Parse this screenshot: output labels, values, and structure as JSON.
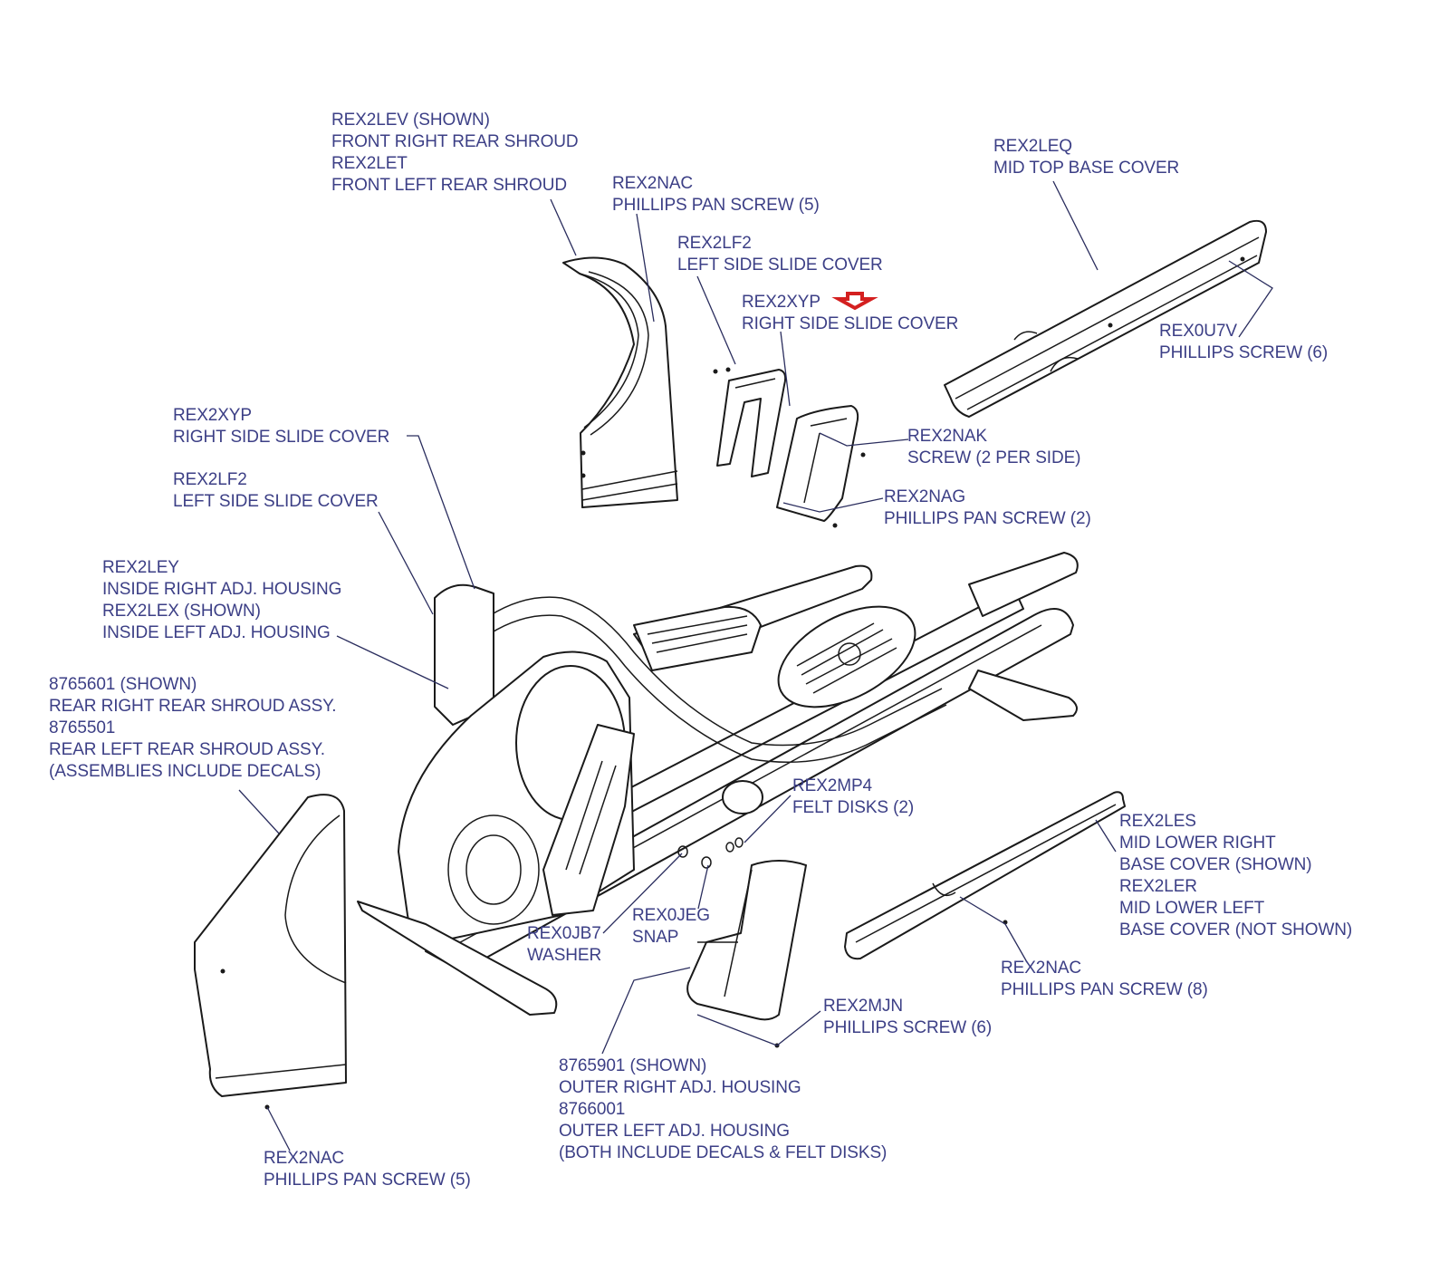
{
  "diagram": {
    "title": "Elliptical trainer exploded parts view",
    "text_color": "#3c3f86",
    "highlight_color": "#d42020",
    "highlight_marker": {
      "icon": "red-down-arrow-icon",
      "points_to_part": "REX2XYP"
    },
    "callouts": [
      {
        "id": "c1",
        "lines": [
          "REX2LEV (SHOWN)",
          "FRONT RIGHT REAR SHROUD",
          "REX2LET",
          "FRONT LEFT REAR SHROUD"
        ]
      },
      {
        "id": "c2",
        "lines": [
          "REX2NAC",
          "PHILLIPS PAN SCREW (5)"
        ]
      },
      {
        "id": "c3",
        "lines": [
          "REX2LEQ",
          "MID TOP BASE COVER"
        ]
      },
      {
        "id": "c4",
        "lines": [
          "REX2LF2",
          "LEFT SIDE SLIDE COVER"
        ]
      },
      {
        "id": "c5",
        "lines": [
          "REX2XYP",
          "RIGHT SIDE SLIDE COVER"
        ]
      },
      {
        "id": "c6",
        "lines": [
          "REX0U7V",
          "PHILLIPS SCREW (6)"
        ]
      },
      {
        "id": "c7",
        "lines": [
          "REX2XYP",
          "RIGHT SIDE SLIDE COVER"
        ]
      },
      {
        "id": "c8",
        "lines": [
          "REX2LF2",
          "LEFT SIDE SLIDE COVER"
        ]
      },
      {
        "id": "c9",
        "lines": [
          "REX2NAK",
          "SCREW (2 PER SIDE)"
        ]
      },
      {
        "id": "c10",
        "lines": [
          "REX2NAG",
          "PHILLIPS PAN SCREW (2)"
        ]
      },
      {
        "id": "c11",
        "lines": [
          "REX2LEY",
          "INSIDE RIGHT ADJ. HOUSING",
          "REX2LEX (SHOWN)",
          "INSIDE LEFT ADJ. HOUSING"
        ]
      },
      {
        "id": "c12",
        "lines": [
          "8765601 (SHOWN)",
          "REAR RIGHT REAR SHROUD ASSY.",
          "8765501",
          "REAR LEFT REAR SHROUD ASSY.",
          "(ASSEMBLIES INCLUDE DECALS)"
        ]
      },
      {
        "id": "c13",
        "lines": [
          "REX2MP4",
          "FELT DISKS (2)"
        ]
      },
      {
        "id": "c14",
        "lines": [
          "REX2LES",
          "MID LOWER RIGHT",
          "BASE COVER (SHOWN)",
          "REX2LER",
          "MID LOWER LEFT",
          "BASE COVER (NOT SHOWN)"
        ]
      },
      {
        "id": "c15",
        "lines": [
          "REX0JEG",
          "SNAP"
        ]
      },
      {
        "id": "c16",
        "lines": [
          "REX0JB7",
          "WASHER"
        ]
      },
      {
        "id": "c17",
        "lines": [
          "REX2NAC",
          "PHILLIPS PAN SCREW (8)"
        ]
      },
      {
        "id": "c18",
        "lines": [
          "REX2MJN",
          "PHILLIPS SCREW (6)"
        ]
      },
      {
        "id": "c19",
        "lines": [
          "8765901 (SHOWN)",
          "OUTER RIGHT ADJ. HOUSING",
          "8766001",
          "OUTER LEFT ADJ. HOUSING",
          "(BOTH INCLUDE DECALS & FELT DISKS)"
        ]
      },
      {
        "id": "c20",
        "lines": [
          "REX2NAC",
          "PHILLIPS PAN SCREW (5)"
        ]
      }
    ]
  }
}
